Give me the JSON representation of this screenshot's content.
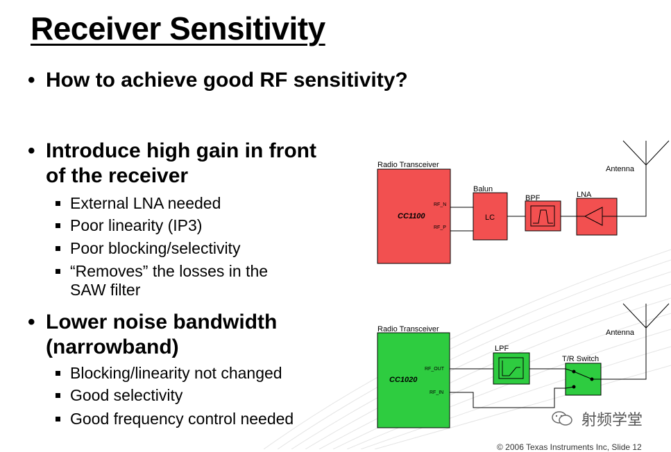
{
  "slide": {
    "title": "Receiver Sensitivity",
    "bullets": [
      {
        "text": "How to achieve good RF sensitivity?"
      },
      {
        "line1": "Introduce high gain in front",
        "line2": "of the receiver",
        "sub": [
          "External LNA needed",
          "Poor linearity (IP3)",
          "Poor blocking/selectivity",
          "“Removes” the losses in the",
          "SAW filter"
        ]
      },
      {
        "line1": "Lower noise bandwidth",
        "line2": "(narrowband)",
        "sub": [
          "Blocking/linearity not changed",
          "Good selectivity",
          "Good frequency control needed"
        ]
      }
    ],
    "footer": "© 2006 Texas Instruments Inc, Slide 12",
    "watermark": "射频学堂"
  },
  "diagram_top": {
    "transceiver_label": "Radio Transceiver",
    "chip": "CC1100",
    "pin_n": "RF_N",
    "pin_p": "RF_P",
    "balun_label": "Balun",
    "balun_text": "LC",
    "bpf_label": "BPF",
    "lna_label": "LNA",
    "antenna_label": "Antenna"
  },
  "diagram_bottom": {
    "transceiver_label": "Radio Transceiver",
    "chip": "CC1020",
    "pin_out": "RF_OUT",
    "pin_in": "RF_IN",
    "lpf_label": "LPF",
    "switch_label": "T/R Switch",
    "antenna_label": "Antenna"
  },
  "colors": {
    "red_block": "#f25050",
    "green_block": "#2ecc40",
    "line": "#000000"
  }
}
